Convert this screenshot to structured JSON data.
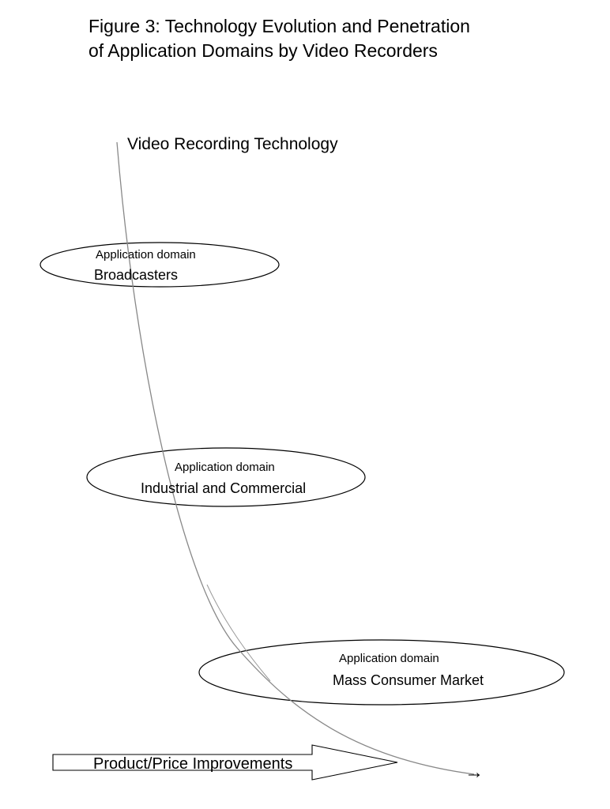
{
  "figure": {
    "title_line1": "Figure 3: Technology Evolution and Penetration",
    "title_line2": "of Application Domains by Video Recorders",
    "curve_label": "Video Recording Technology",
    "domains": [
      {
        "caption": "Application domain",
        "name": "Broadcasters"
      },
      {
        "caption": "Application domain",
        "name": "Industrial and Commercial"
      },
      {
        "caption": "Application domain",
        "name": "Mass Consumer Market"
      }
    ],
    "arrow_label": "Product/Price Improvements",
    "arrow_glyph": "→"
  }
}
